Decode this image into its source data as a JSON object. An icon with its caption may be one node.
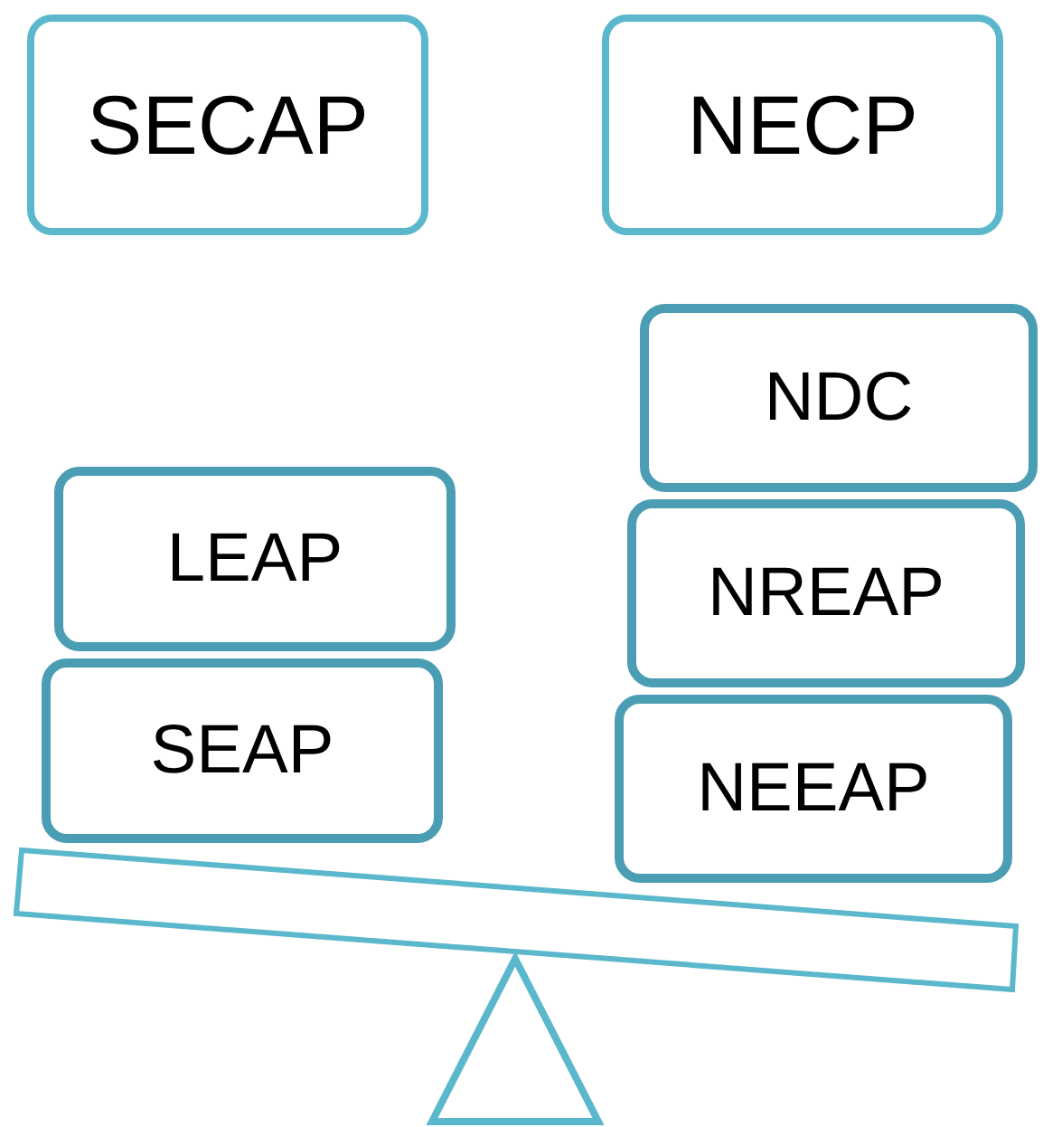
{
  "diagram": {
    "nodes": [
      {
        "text": [
          "SECAP"
        ]
      },
      {
        "text": [
          "NECP"
        ]
      },
      {
        "text": [
          "NDC"
        ]
      },
      {
        "text": [
          "LEAP"
        ]
      },
      {
        "text": [
          "NREAP"
        ]
      },
      {
        "text": [
          "SEAP"
        ]
      },
      {
        "text": [
          "NEEAP"
        ]
      }
    ],
    "edges": []
  }
}
